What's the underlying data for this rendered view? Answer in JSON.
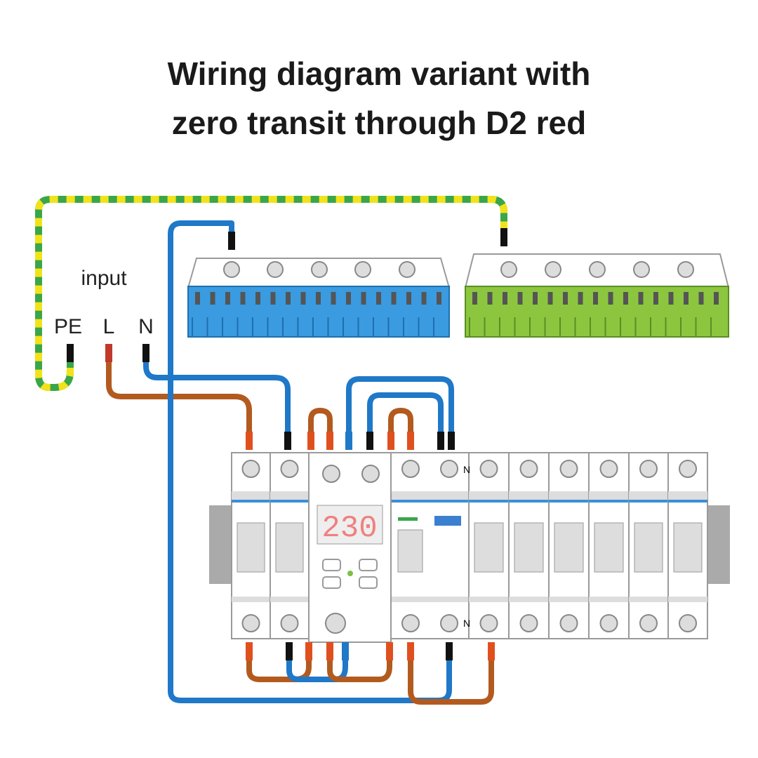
{
  "title": {
    "line1": "Wiring diagram variant with",
    "line2": "zero transit through D2 red"
  },
  "labels": {
    "input": "input",
    "pe": "PE",
    "l": "L",
    "n": "N"
  },
  "relay": {
    "display": "230"
  },
  "terminal_labels": {
    "n": "N"
  },
  "colors": {
    "neutral": "#1f78c8",
    "line": "#b35a1f",
    "earth_green": "#3aa64a",
    "earth_yellow": "#f2e21a",
    "blue_bus": "#3a9be0",
    "green_bus": "#8cc63f",
    "display": "#f08080"
  }
}
